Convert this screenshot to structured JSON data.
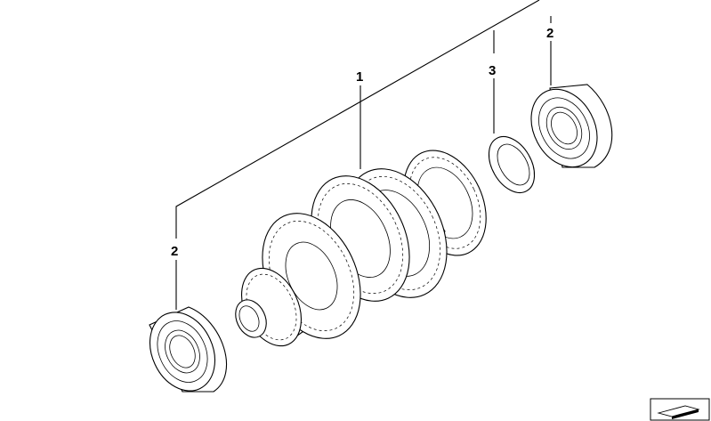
{
  "callouts": {
    "part_1": "1",
    "part_2_left": "2",
    "part_2_right": "2",
    "part_3": "3"
  },
  "icons": {
    "corner": "view-direction-icon"
  },
  "colors": {
    "line": "#000000",
    "background": "#ffffff"
  }
}
